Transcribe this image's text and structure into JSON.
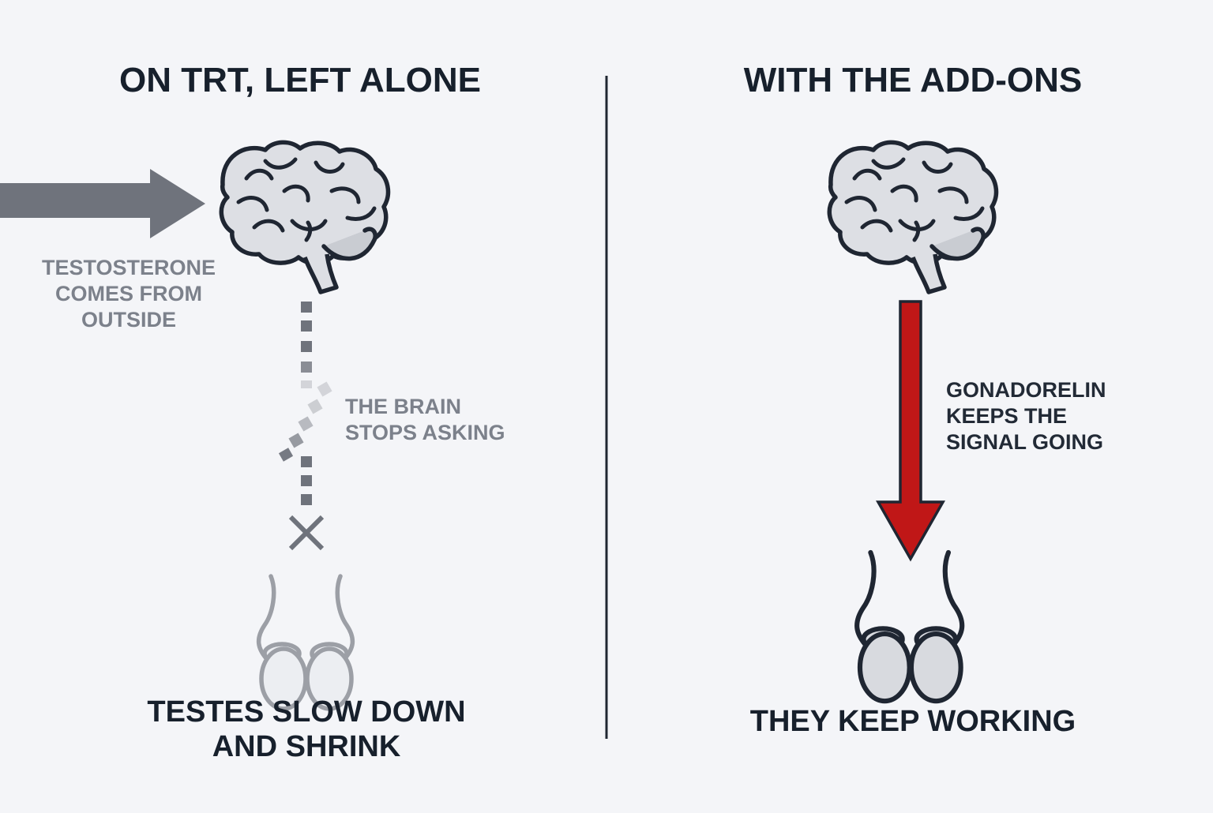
{
  "left_panel": {
    "title": "ON TRT, LEFT ALONE",
    "input_note": [
      "TESTOSTERONE",
      "COMES FROM",
      "OUTSIDE"
    ],
    "signal_note": [
      "THE BRAIN",
      "STOPS ASKING"
    ],
    "caption": [
      "TESTES SLOW DOWN",
      "AND SHRINK"
    ]
  },
  "right_panel": {
    "title": "WITH THE ADD-ONS",
    "signal_note": [
      "GONADORELIN",
      "KEEPS THE",
      "SIGNAL GOING"
    ],
    "caption": [
      "THEY KEEP WORKING"
    ]
  },
  "icons": {
    "brain": "brain-icon",
    "testes": "testes-icon",
    "blocked": "x-mark-icon",
    "input_arrow": "arrow-right-icon",
    "signal_arrow": "arrow-down-icon"
  },
  "colors": {
    "background": "#f4f5f8",
    "ink": "#17202c",
    "muted": "#7c818b",
    "input_arrow": "#6f737c",
    "signal_arrow": "#c01717",
    "organ_fill": "#dcdde2"
  }
}
